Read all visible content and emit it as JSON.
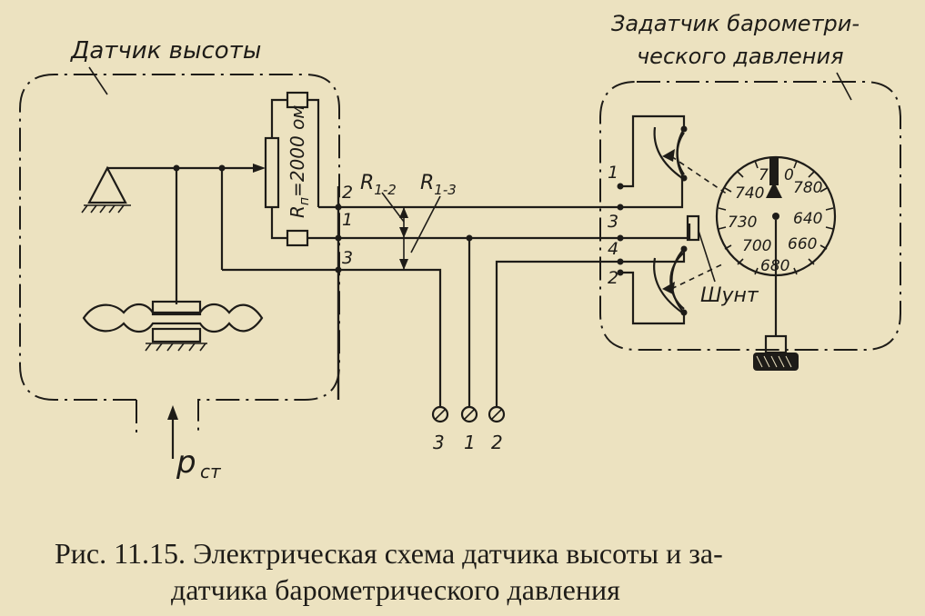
{
  "altitude_sensor": {
    "title": "Датчик высоты",
    "resistor_label": "R",
    "resistor_subscript": "п",
    "resistor_value": "=2000 ом",
    "terminal_labels": [
      "2",
      "1",
      "3"
    ],
    "pressure_label": "p",
    "pressure_subscript": "ст"
  },
  "resistances": {
    "r12": {
      "main": "R",
      "sub": "1-2"
    },
    "r13": {
      "main": "R",
      "sub": "1-3"
    }
  },
  "pressure_setter": {
    "title_line1": "Задатчик барометри-",
    "title_line2": "ческого давления",
    "terminal_labels": [
      "1",
      "3",
      "4",
      "2"
    ],
    "shunt_label": "Шунт",
    "dial_labels": [
      "7",
      "0",
      "740",
      "780",
      "730",
      "640",
      "700",
      "660",
      "680"
    ]
  },
  "output_terminals": [
    "3",
    "1",
    "2"
  ],
  "caption": {
    "line1": "Рис. 11.15. Электрическая схема датчика высоты и за-",
    "line2": "датчика барометрического давления"
  }
}
